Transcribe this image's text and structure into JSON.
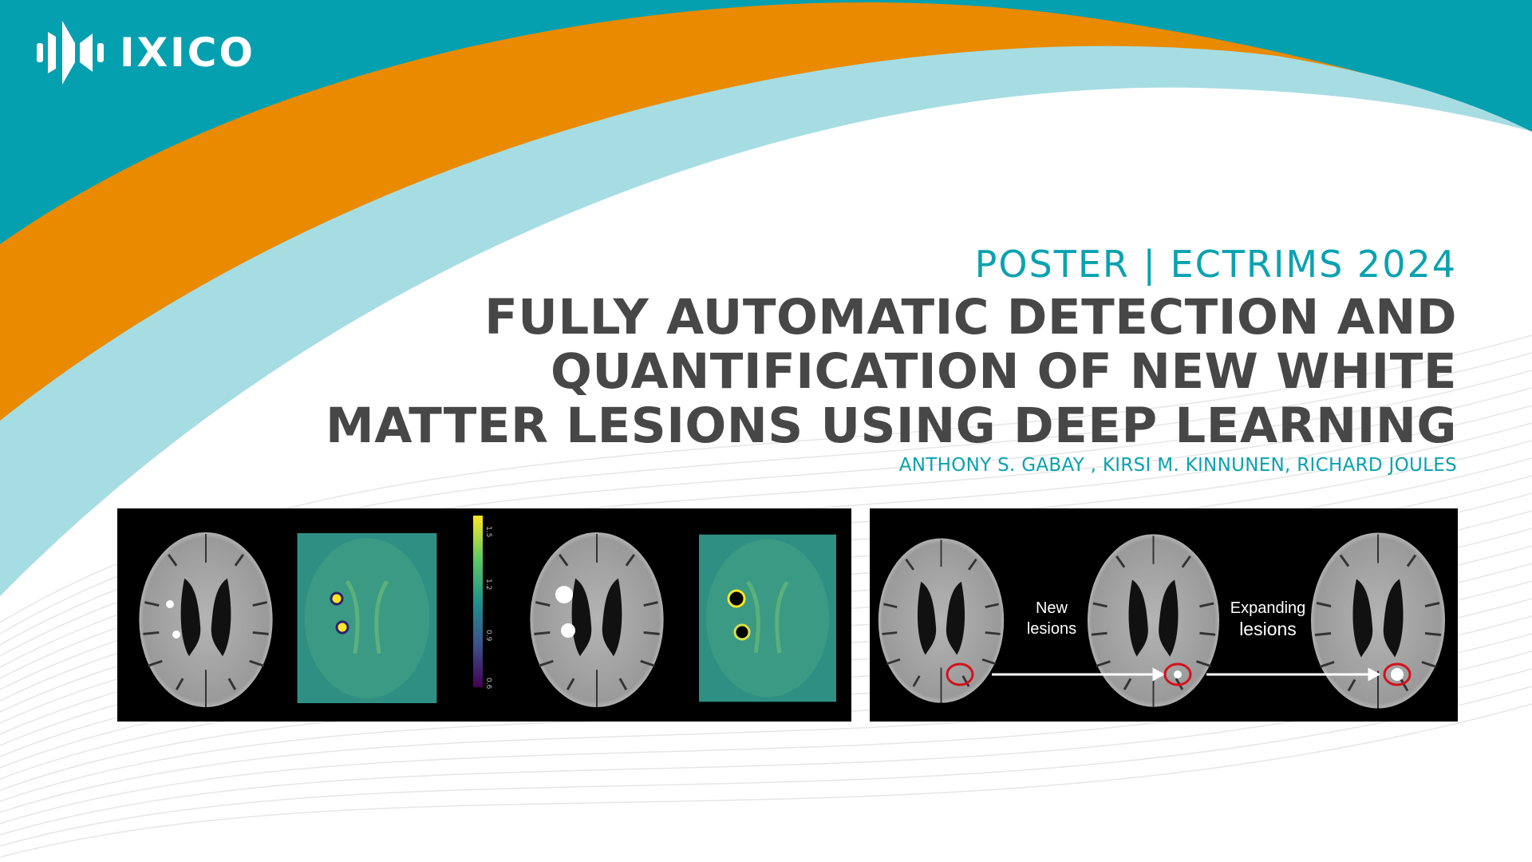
{
  "brand": {
    "logo_text": "IXICO",
    "logo_icon": "waveform-logo-icon"
  },
  "colors": {
    "teal": "#05a0b0",
    "orange": "#e98a00",
    "light_blue": "#a6dde3",
    "title_gray": "#474747",
    "accent_text": "#0aa2b0",
    "circle_red": "#d3121c"
  },
  "header": {
    "kicker": "POSTER | ECTRIMS 2024",
    "title_lines": [
      "FULLY AUTOMATIC DETECTION AND",
      "QUANTIFICATION OF NEW WHITE",
      "MATTER LESIONS USING DEEP LEARNING"
    ],
    "authors": "ANTHONY S. GABAY , KIRSI M. KINNUNEN, RICHARD JOULES"
  },
  "figure_left": {
    "colorbar_ticks": [
      "1.5",
      "1.2",
      "0.9",
      "0.6"
    ]
  },
  "figure_right": {
    "label_new": [
      "New",
      "lesions"
    ],
    "label_expanding": [
      "Expanding",
      "lesions"
    ]
  }
}
